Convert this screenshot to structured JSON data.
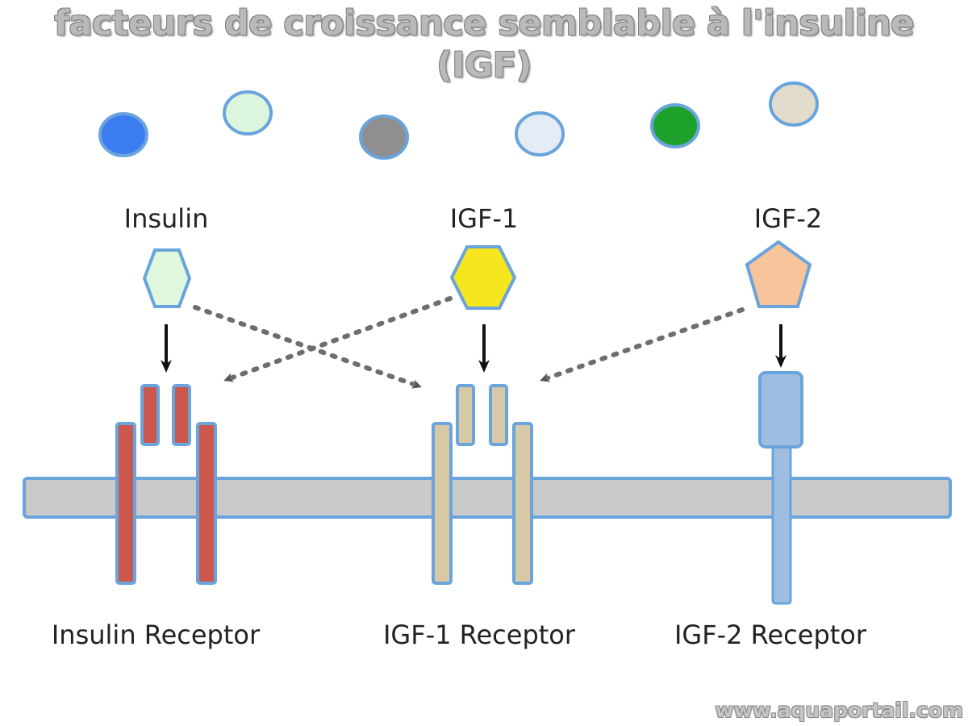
{
  "title": {
    "line1": "facteurs de croissance semblable à l'insuline",
    "line2": "(IGF)"
  },
  "ligands": [
    {
      "label": "Insulin",
      "shape": "hexagon",
      "color": "#dff7dd"
    },
    {
      "label": "IGF-1",
      "shape": "hexagon",
      "color": "#f5e61e"
    },
    {
      "label": "IGF-2",
      "shape": "pentagon",
      "color": "#f8c49c"
    }
  ],
  "receptors": [
    {
      "label": "Insulin Receptor",
      "color": "#cc574d"
    },
    {
      "label": "IGF-1 Receptor",
      "color": "#d8c9a6"
    },
    {
      "label": "IGF-2 Receptor",
      "color": "#9fbde0"
    }
  ],
  "legend_dots": [
    "#3b7cf0",
    "#dcf6de",
    "#8f8f8f",
    "#e4ecf6",
    "#1da12a",
    "#e2dccc"
  ],
  "colors": {
    "outline": "#6aa4dc",
    "membrane": "#c9c9c9",
    "arrow": "#111111",
    "dotted_arrow": "#6e6e6e"
  },
  "watermark": "www.aquaportail.com"
}
